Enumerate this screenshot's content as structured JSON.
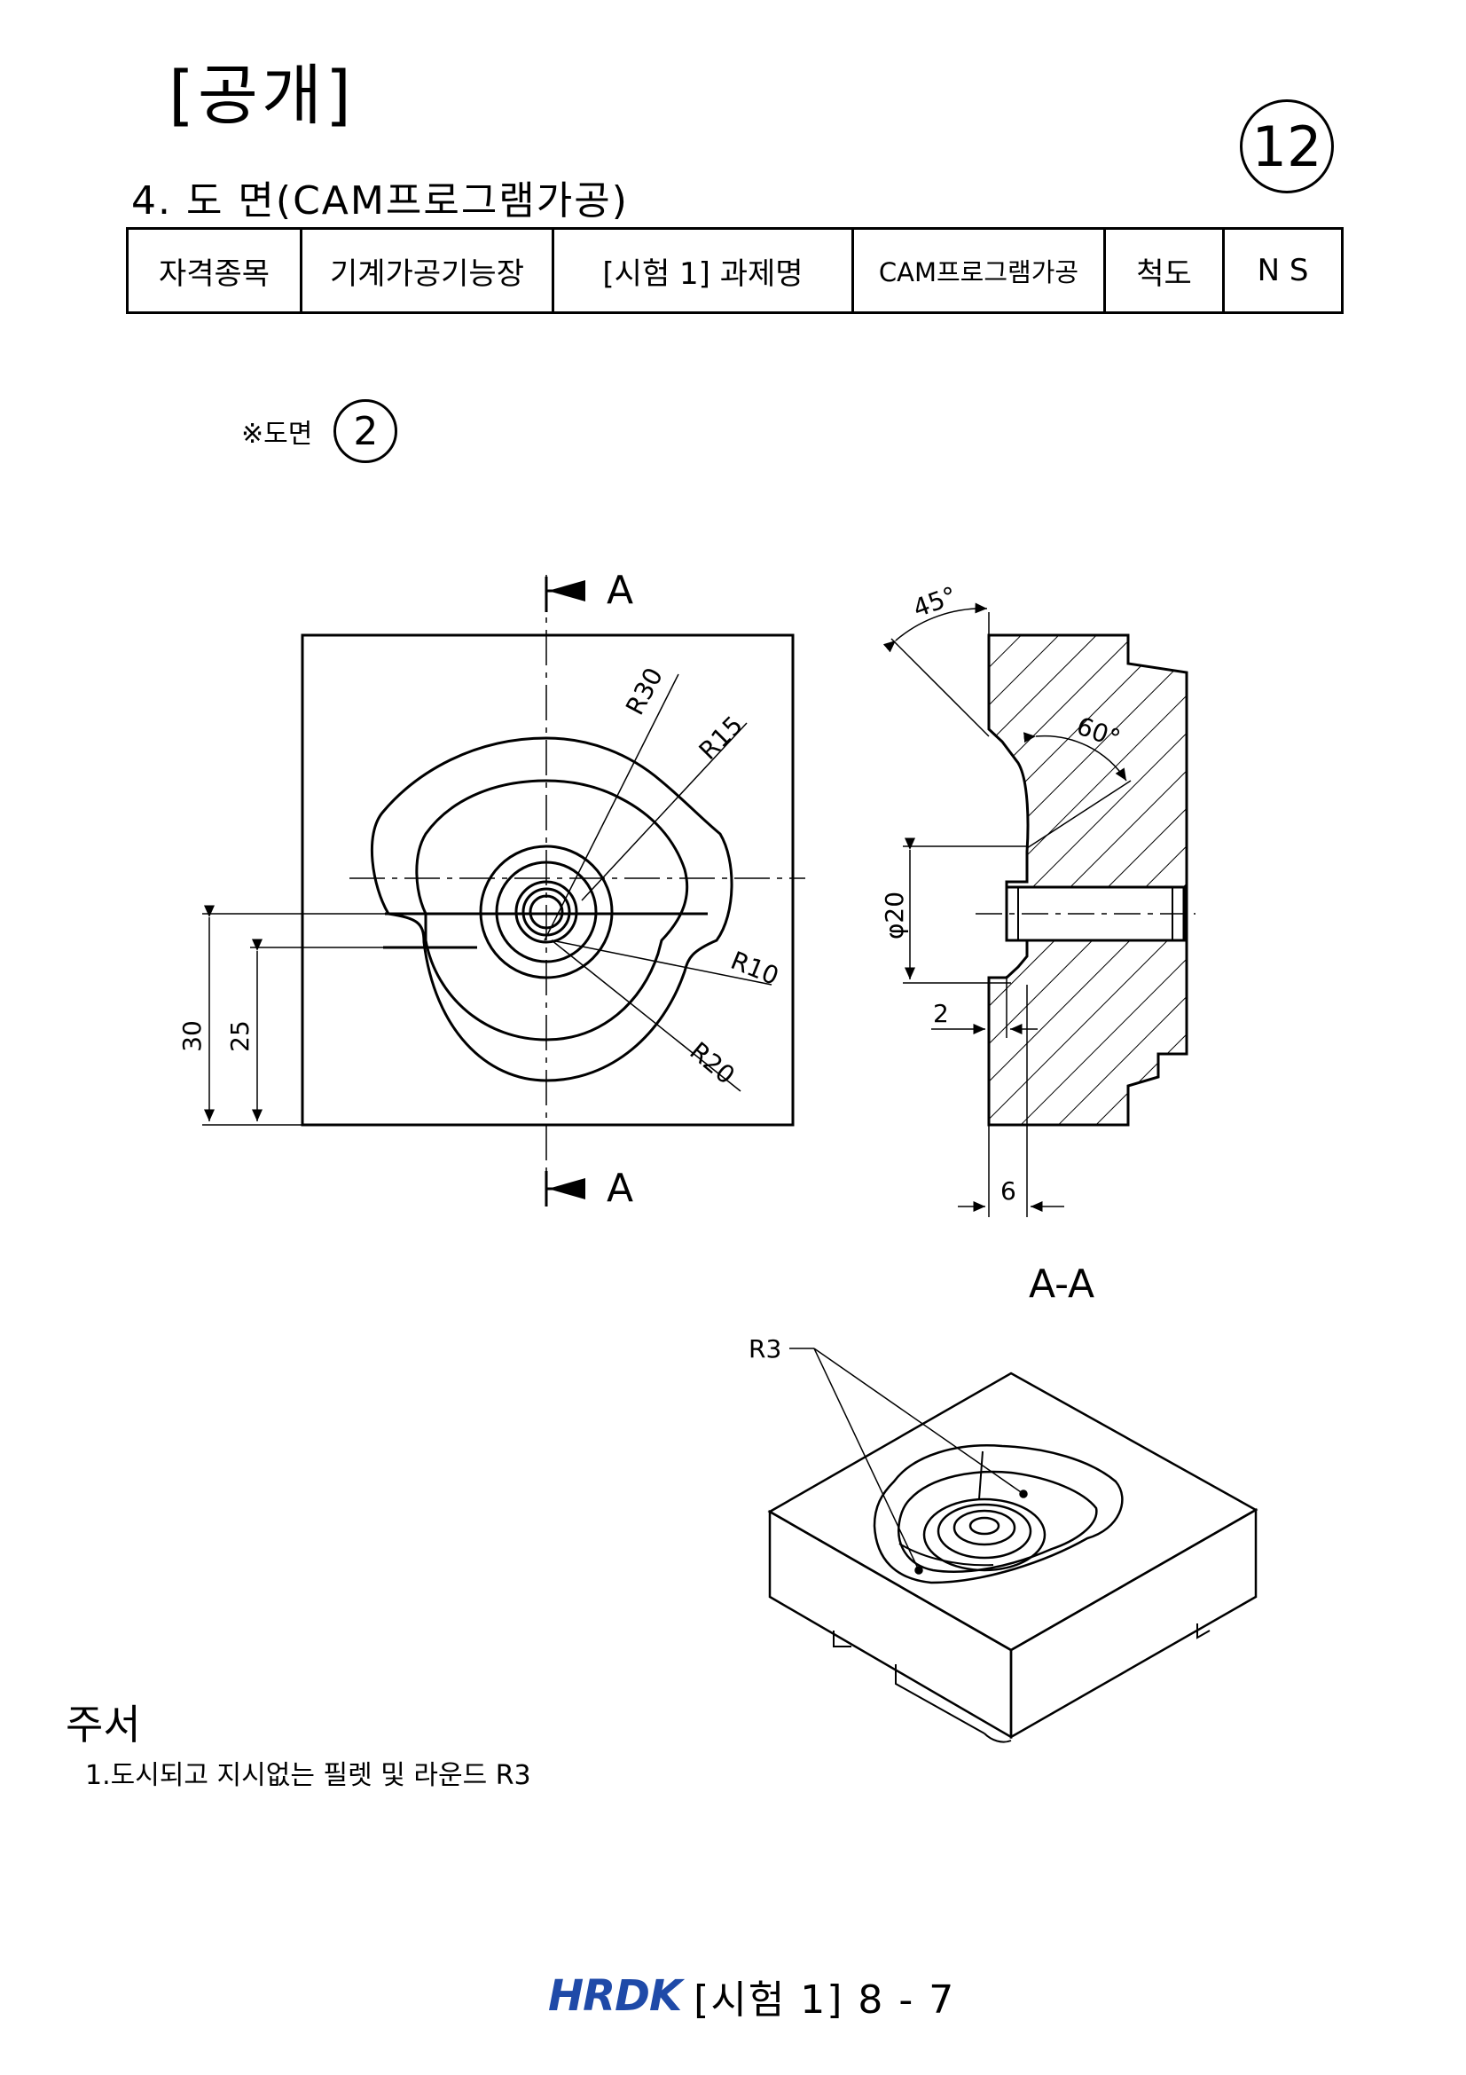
{
  "header": {
    "public_label": "[공개]",
    "sheet_number": "12",
    "section_title": "4. 도 면(CAM프로그램가공)"
  },
  "title_block": {
    "cells": [
      "자격종목",
      "기계가공기능장",
      "[시험 1] 과제명",
      "CAM프로그램가공",
      "척도",
      "N S"
    ]
  },
  "drawing_ref": {
    "label": "※도면",
    "number": "2"
  },
  "drawing": {
    "section_marker": "A",
    "section_title": "A-A",
    "front_view_dims": [
      "R30",
      "R15",
      "R10",
      "R20",
      "30",
      "25"
    ],
    "section_view_dims": [
      "45°",
      "60°",
      "φ20",
      "2",
      "6"
    ],
    "iso_callout": "R3"
  },
  "notes": {
    "heading": "주서",
    "items": [
      "1.도시되고 지시없는 필렛 및 라운드 R3"
    ]
  },
  "footer": {
    "logo": "HRDK",
    "page_label": "[시험 1] 8 - 7"
  },
  "colors": {
    "line": "#000000",
    "logo": "#1f4aa8"
  }
}
